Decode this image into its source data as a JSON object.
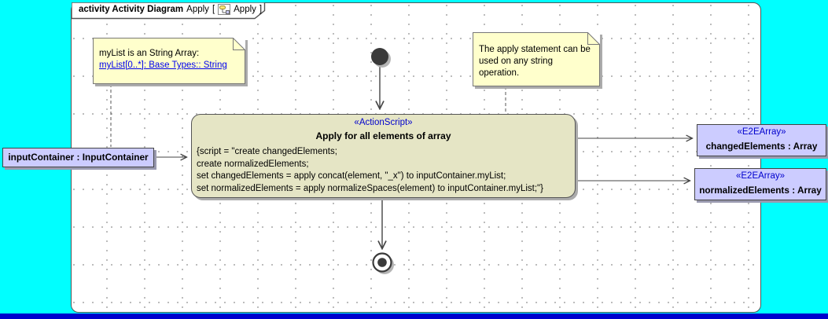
{
  "frame": {
    "title_bold": "activity Activity Diagram",
    "name": "Apply",
    "bracket_open": "[",
    "icon": "activity-diagram-icon",
    "ref_name": "Apply",
    "bracket_close": "]"
  },
  "notes": [
    {
      "line1": "myList is an String Array:",
      "link": "myList[0..*]: Base Types:: String"
    },
    {
      "lines": [
        "The apply statement can be",
        "used on any string",
        "operation."
      ]
    }
  ],
  "action": {
    "stereotype": "«ActionScript»",
    "title": "Apply for all elements of array",
    "script_lines": [
      "{script = \"create changedElements;",
      "create normalizedElements;",
      "set changedElements = apply concat(element, \"_x\") to inputContainer.myList;",
      "set normalizedElements = apply normalizeSpaces(element) to inputContainer.myList;\"}"
    ]
  },
  "objects": {
    "input": {
      "name": "inputContainer : InputContainer"
    },
    "output1": {
      "stereotype": "«E2EArray»",
      "name": "changedElements : Array"
    },
    "output2": {
      "stereotype": "«E2EArray»",
      "name": "normalizedElements : Array"
    }
  },
  "nodes": {
    "initial": "initial-node",
    "final": "activity-final-node"
  },
  "colors": {
    "background": "#00FFFF",
    "bottom_bar": "#0000CD",
    "note_fill": "#FFFFCC",
    "action_fill": "#E5E5C5",
    "object_fill": "#CCCCFF",
    "stereotype_text": "#0000CD",
    "link_text": "#0000EE",
    "connector": "#444444"
  }
}
